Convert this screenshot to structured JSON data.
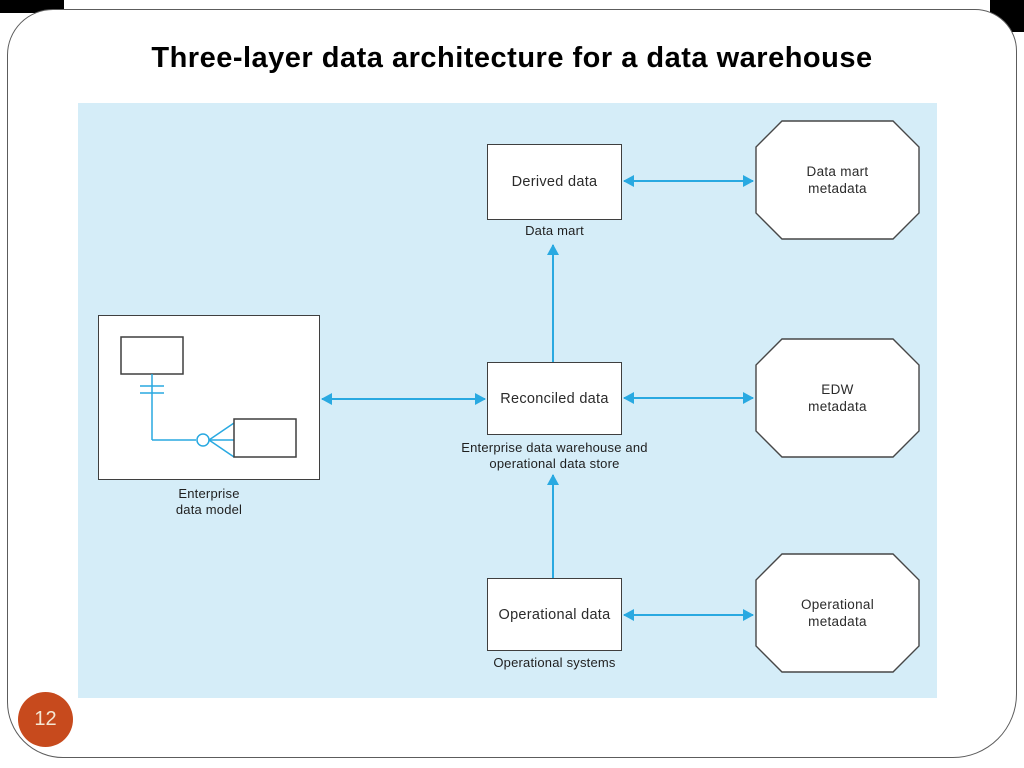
{
  "title": "Three-layer data architecture for a data warehouse",
  "page_number": "12",
  "colors": {
    "diagram_background": "#d5edf8",
    "arrow": "#29a9e1",
    "shape_border": "#3f3f3f",
    "page_badge": "#c74a1d",
    "page_badge_text": "#f4e7d4",
    "title_text": "#000000"
  },
  "diagram": {
    "derived": {
      "box": "Derived data",
      "caption": "Data mart"
    },
    "reconciled": {
      "box": "Reconciled data",
      "caption": "Enterprise data warehouse and operational data store"
    },
    "operational": {
      "box": "Operational data",
      "caption": "Operational systems"
    },
    "metadata": {
      "data_mart": {
        "line1": "Data mart",
        "line2": "metadata"
      },
      "edw": {
        "line1": "EDW",
        "line2": "metadata"
      },
      "operational": {
        "line1": "Operational",
        "line2": "metadata"
      }
    },
    "enterprise_model": {
      "caption_line1": "Enterprise",
      "caption_line2": "data model"
    }
  }
}
